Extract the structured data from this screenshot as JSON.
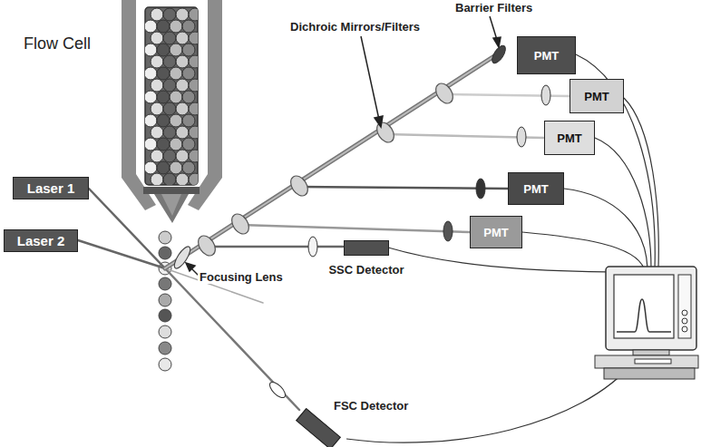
{
  "diagram": {
    "nodes": [
      {
        "text": [
          "PMT"
        ]
      },
      {
        "text": [
          "PMT"
        ]
      },
      {
        "text": [
          "PMT"
        ]
      },
      {
        "text": [
          "PMT"
        ]
      },
      {
        "text": [
          "PMT"
        ]
      },
      {
        "text": [
          "Laser 1"
        ]
      },
      {
        "text": [
          "Laser 2"
        ]
      },
      {
        "text": [
          "SSC Detector"
        ]
      },
      {
        "text": [
          "FSC Detector"
        ]
      }
    ],
    "labels": [
      "Barrier Filters",
      "Dichroic Mirrors/Filters",
      "Flow Cell",
      "Focusing Lens"
    ]
  }
}
